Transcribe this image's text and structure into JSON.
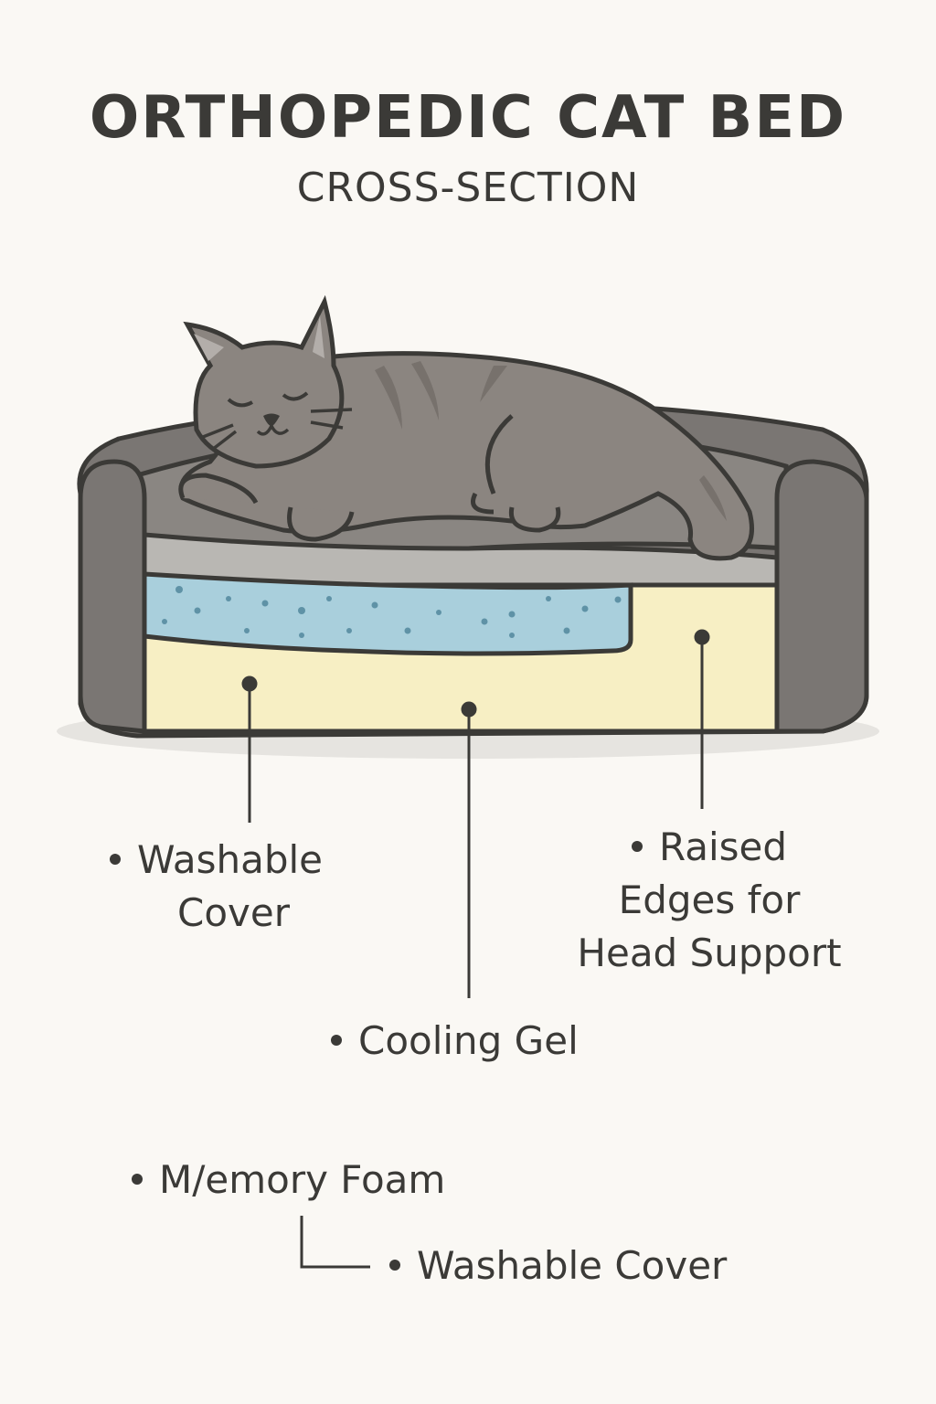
{
  "header": {
    "title": "ORTHOPEDIC CAT BED",
    "subtitle": "CROSS-SECTION"
  },
  "illustration": {
    "subject": "sleeping-tabby-cat-on-bolster-bed",
    "colors": {
      "background": "#faf8f4",
      "outline": "#3b3a37",
      "bed_gray": "#7a7673",
      "cushion_top": "#8a8682",
      "cover_layer": "#b9b7b3",
      "gel_layer": "#a9cfdc",
      "gel_dots": "#5f92a6",
      "foam_layer": "#f7efc4",
      "shadow": "#e6e4e0",
      "cat_fur": "#8b8580",
      "cat_stripes": "#77716c",
      "ear_inner": "#b3aeaa"
    },
    "layers": [
      "cover",
      "cooling-gel",
      "memory-foam"
    ]
  },
  "labels": {
    "washable_cover": [
      "Washable",
      "Cover"
    ],
    "raised_edges": [
      "Raised",
      "Edges for",
      "Head Support"
    ],
    "cooling_gel": "Cooling Gel",
    "memory_foam": "M/emory Foam",
    "washable_cover_2": "Washable Cover"
  }
}
